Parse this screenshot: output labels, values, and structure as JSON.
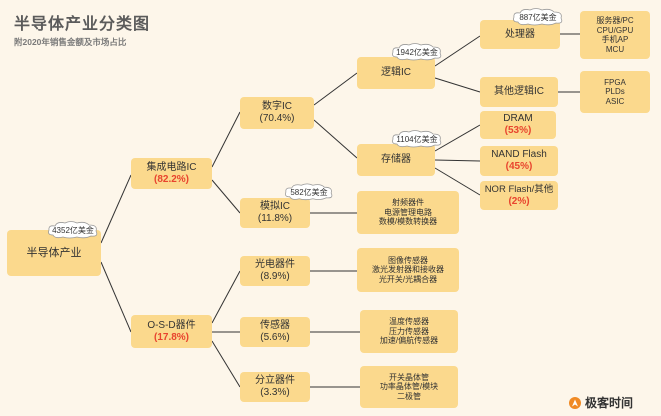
{
  "header": {
    "title": "半导体产业分类图",
    "subtitle": "附2020年销售金额及市场占比"
  },
  "root": {
    "label": "半导体产业",
    "amount": "4352亿美金"
  },
  "level1": {
    "ic": {
      "label": "集成电路IC",
      "share": "(82.2%)"
    },
    "osd": {
      "label": "O-S-D器件",
      "share": "(17.8%)"
    }
  },
  "level2": {
    "digital": {
      "label": "数字IC",
      "share": "(70.4%)"
    },
    "analog": {
      "label": "模拟IC",
      "share": "(11.8%)",
      "amount": "582亿美金"
    },
    "opto": {
      "label": "光电器件",
      "share": "(8.9%)"
    },
    "sensor": {
      "label": "传感器",
      "share": "(5.6%)"
    },
    "discrete": {
      "label": "分立器件",
      "share": "(3.3%)"
    }
  },
  "level3": {
    "logic": {
      "label": "逻辑IC",
      "amount": "1942亿美金"
    },
    "memory": {
      "label": "存储器",
      "amount": "1104亿美金"
    },
    "analog_items": [
      "射频器件",
      "电源管理电路",
      "数模/模数转换器"
    ],
    "opto_items": [
      "图像传感器",
      "激光发射器和接收器",
      "光开关/光耦合器"
    ],
    "sensor_items": [
      "温度传感器",
      "压力传感器",
      "加速/偏航传感器"
    ],
    "discrete_items": [
      "开关晶体管",
      "功率晶体管/模块",
      "二极管"
    ]
  },
  "level4": {
    "processor": {
      "label": "处理器",
      "amount": "887亿美金"
    },
    "other_logic": {
      "label": "其他逻辑IC"
    },
    "dram": {
      "label": "DRAM",
      "share": "(53%)"
    },
    "nand": {
      "label": "NAND Flash",
      "share": "(45%)"
    },
    "nor": {
      "label": "NOR Flash/其他",
      "share": "(2%)"
    }
  },
  "level5": {
    "processor_items": [
      "服务器/PC",
      "CPU/GPU",
      "手机AP",
      "MCU"
    ],
    "other_logic_items": [
      "FPGA",
      "PLDs",
      "ASIC"
    ]
  },
  "brand": {
    "name": "极客时间"
  },
  "colors": {
    "box": "#fbd98d",
    "accent": "#e8442e",
    "line": "#333333",
    "background": "#fdf6ea"
  }
}
